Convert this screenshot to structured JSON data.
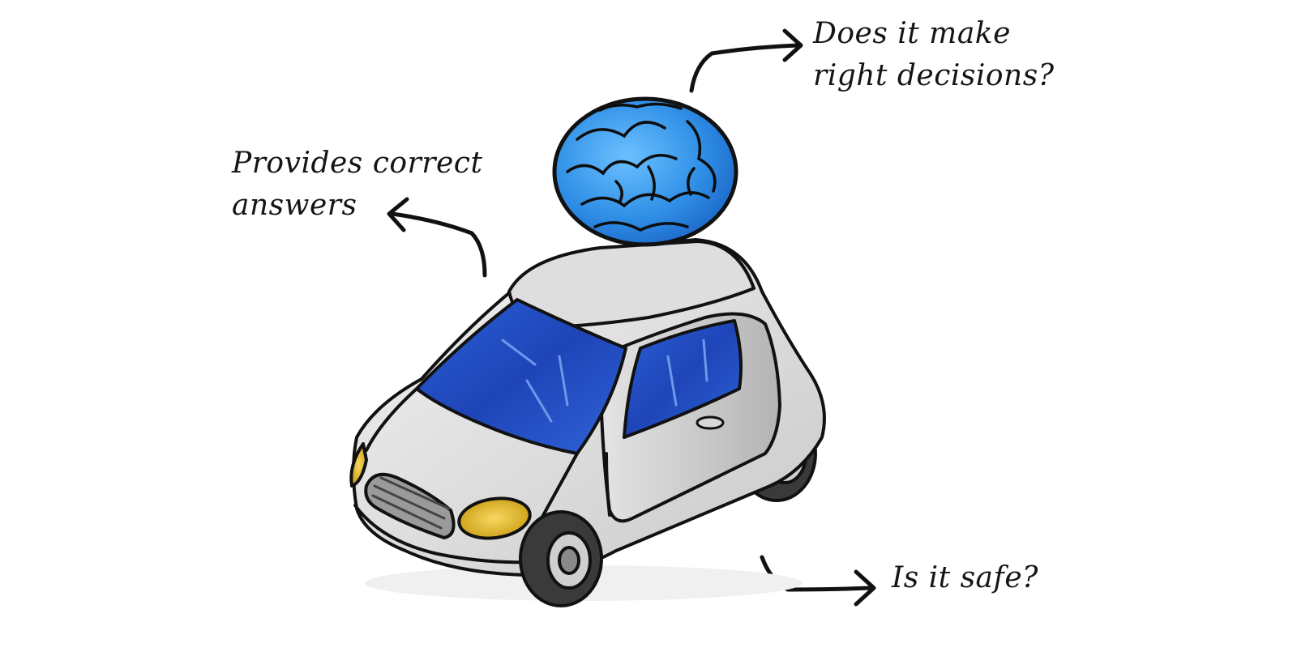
{
  "annotations": {
    "decisions": {
      "line1": "Does it make",
      "line2": "right decisions?"
    },
    "answers": {
      "line1": "Provides correct",
      "line2": "answers"
    },
    "safe": {
      "line1": "Is it safe?"
    }
  },
  "colors": {
    "outline": "#111111",
    "brain": "#2f8fe6",
    "brain_dark": "#1a62c4",
    "window": "#1f4fc9",
    "window_light": "#4f7fe0",
    "body": "#e6e6e6",
    "body_shadow": "#bdbdbd",
    "headlight": "#e2b71e",
    "tire": "#3a3a3a",
    "hub": "#d0d0d0"
  },
  "icons": [
    "brain-icon",
    "car-icon",
    "arrow-icon"
  ]
}
